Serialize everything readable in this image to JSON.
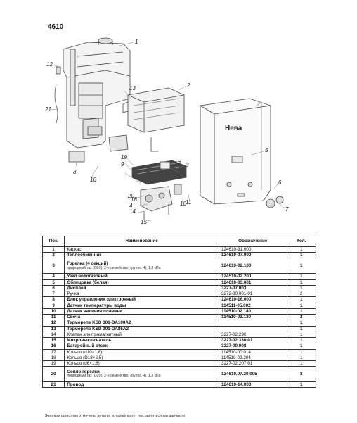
{
  "doc": {
    "model": "4610",
    "brand_plate": "Нева",
    "callouts": [
      "1",
      "2",
      "3",
      "4",
      "5",
      "6",
      "7",
      "8",
      "9",
      "10",
      "11",
      "12",
      "13",
      "14",
      "15",
      "16",
      "17",
      "18",
      "19",
      "20",
      "21"
    ]
  },
  "table": {
    "headers": {
      "pos": "Поз.",
      "name": "Наименование",
      "code": "Обозначение",
      "qty": "Кол."
    },
    "rows": [
      {
        "pos": "1",
        "name": "Каркас",
        "sub": "",
        "code": "124610-31.000",
        "qty": "1",
        "bold": false
      },
      {
        "pos": "2",
        "name": "Теплообменник",
        "sub": "",
        "code": "124610-07.000",
        "qty": "1",
        "bold": true
      },
      {
        "pos": "3",
        "name": "Горелка (4 секций)",
        "sub": "природный газ (G20), 2-е семейство, группа Н), 1,3 кПа",
        "code": "124610-02.100",
        "qty": "1",
        "bold": true
      },
      {
        "pos": "4",
        "name": "Узел водогазовый",
        "sub": "",
        "code": "124510-02.200",
        "qty": "1",
        "bold": true
      },
      {
        "pos": "5",
        "name": "Облицовка (белая)",
        "sub": "",
        "code": "124610-03.001",
        "qty": "1",
        "bold": true
      },
      {
        "pos": "6",
        "name": "Дисплей",
        "sub": "",
        "code": "3227-07.003",
        "qty": "1",
        "bold": true
      },
      {
        "pos": "7",
        "name": "Ручка",
        "sub": "",
        "code": "3272-80.001-01",
        "qty": "2",
        "bold": false
      },
      {
        "pos": "8",
        "name": "Блок управления электронный",
        "sub": "",
        "code": "124610-16.000",
        "qty": "1",
        "bold": true
      },
      {
        "pos": "9",
        "name": "Датчик температуры воды",
        "sub": "",
        "code": "114511-05.002",
        "qty": "1",
        "bold": true
      },
      {
        "pos": "10",
        "name": "Датчик наличия пламени",
        "sub": "",
        "code": "114510-02.140",
        "qty": "1",
        "bold": true
      },
      {
        "pos": "11",
        "name": "Свеча",
        "sub": "",
        "code": "114510-02.130",
        "qty": "2",
        "bold": true
      },
      {
        "pos": "12",
        "name": "Терморелe KSD 301-DA100A2",
        "sub": "",
        "code": "",
        "qty": "1",
        "bold": true
      },
      {
        "pos": "13",
        "name": "Терморелe KSD 301-DA85A2",
        "sub": "",
        "code": "",
        "qty": "1",
        "bold": true
      },
      {
        "pos": "14",
        "name": "Клапан электромагнитный",
        "sub": "",
        "code": "3227-02.290",
        "qty": "1",
        "bold": false
      },
      {
        "pos": "15",
        "name": "Микровыключатель",
        "sub": "",
        "code": "3227-02.330-01",
        "qty": "1",
        "bold": true
      },
      {
        "pos": "16",
        "name": "Батарейный отсек",
        "sub": "",
        "code": "3227-00.008",
        "qty": "1",
        "bold": true
      },
      {
        "pos": "17",
        "name": "Кольцо (d10×1,8)",
        "sub": "",
        "code": "114510-00.014",
        "qty": "1",
        "bold": false
      },
      {
        "pos": "18",
        "name": "Кольцо (D18×2,5)",
        "sub": "",
        "code": "114510-02.204",
        "qty": "1",
        "bold": false
      },
      {
        "pos": "19",
        "name": "Кольцо (d6×1,8)",
        "sub": "",
        "code": "3227-02.207-01",
        "qty": "1",
        "bold": false
      },
      {
        "pos": "20",
        "name": "Сопло горелки",
        "sub": "природный газ (G20), 2-е семейство, группа Н), 1,3 кПа",
        "code": "124610.07.20.005",
        "qty": "8",
        "bold": true
      },
      {
        "pos": "21",
        "name": "Провод",
        "sub": "",
        "code": "124610-14.000",
        "qty": "1",
        "bold": true
      }
    ]
  },
  "footnote": "Жирным шрифтом отмечены детали, которые могут поставляться как запчасти"
}
